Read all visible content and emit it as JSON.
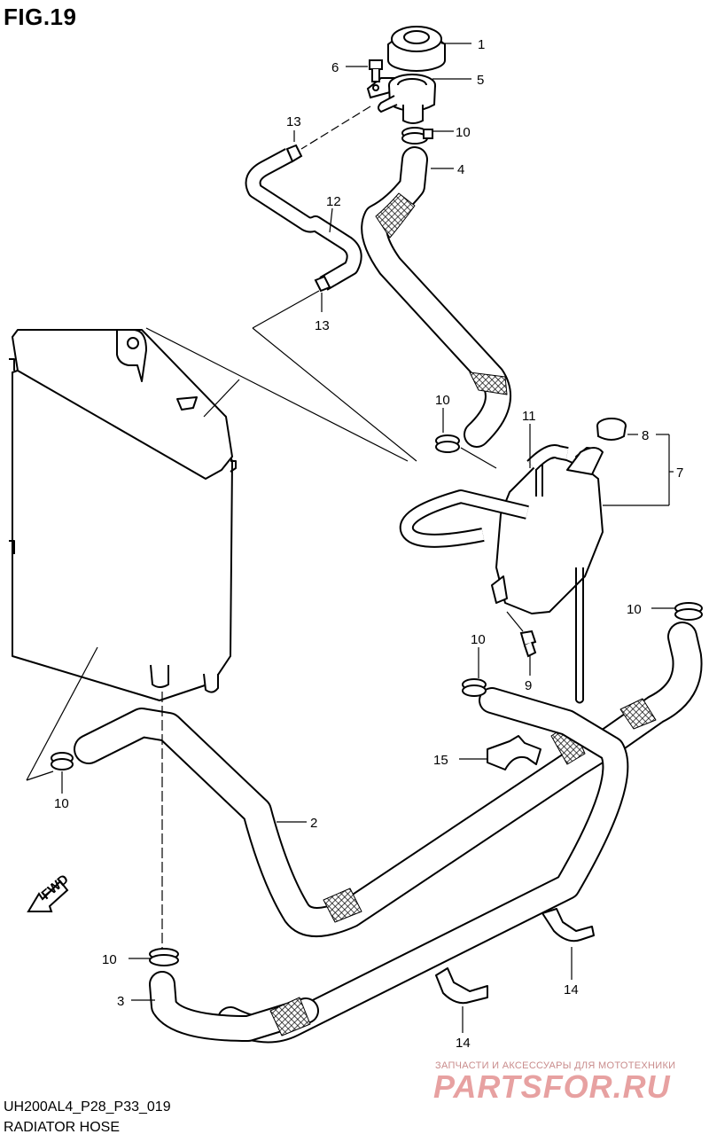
{
  "title": "FIG.19",
  "footer": {
    "code": "UH200AL4_P28_P33_019",
    "name": "RADIATOR HOSE"
  },
  "watermark": {
    "tagline": "ЗАПЧАСТИ И АКСЕССУАРЫ ДЛЯ МОТОТЕХНИКИ",
    "brand": "PARTSFOR.RU"
  },
  "direction_label": "FWD",
  "callouts": [
    "1",
    "6",
    "5",
    "13",
    "10",
    "4",
    "12",
    "13",
    "10",
    "11",
    "8",
    "7",
    "10",
    "10",
    "9",
    "15",
    "10",
    "2",
    "10",
    "3",
    "14",
    "14"
  ]
}
